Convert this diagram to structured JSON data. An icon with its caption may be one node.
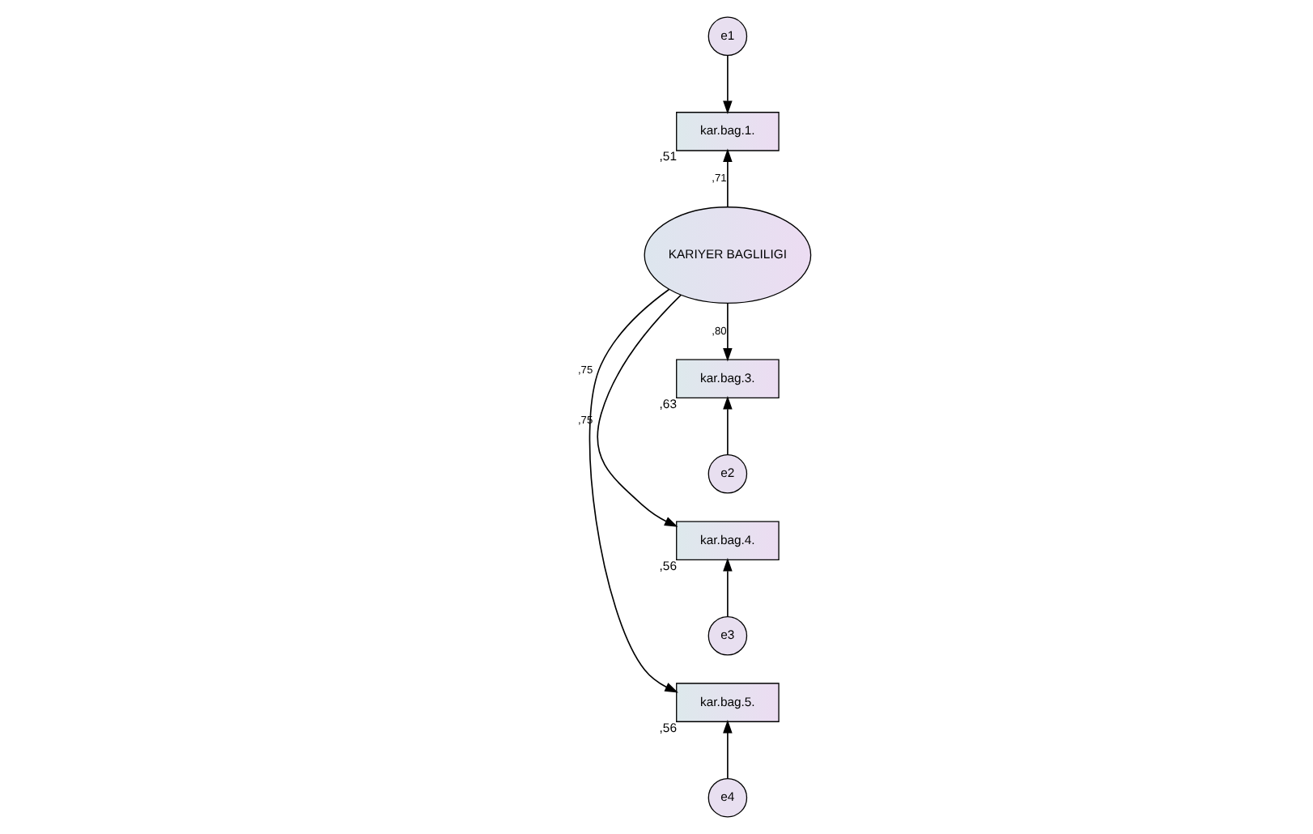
{
  "diagram": {
    "nodes": [
      {
        "text": [
          "e1"
        ]
      },
      {
        "text": [
          "e2"
        ]
      },
      {
        "text": [
          "e3"
        ]
      },
      {
        "text": [
          "e4"
        ]
      },
      {
        "text": [
          "kar.bag.1."
        ],
        "beside": [
          ",51"
        ]
      },
      {
        "text": [
          "kar.bag.3."
        ],
        "beside": [
          ",63"
        ]
      },
      {
        "text": [
          "kar.bag.4."
        ],
        "beside": [
          ",56"
        ]
      },
      {
        "text": [
          "kar.bag.5."
        ],
        "beside": [
          ",56"
        ]
      },
      {
        "text": [
          "KARIYER BAGLILIGI"
        ]
      }
    ],
    "edges": [
      {
        "from": 0,
        "to": 4,
        "arrow": "to"
      },
      {
        "from": 1,
        "to": 5,
        "arrow": "to"
      },
      {
        "from": 2,
        "to": 6,
        "arrow": "to"
      },
      {
        "from": 3,
        "to": 7,
        "arrow": "to"
      },
      {
        "from": 8,
        "to": 4,
        "arrow": "to",
        "label": ",71"
      },
      {
        "from": 8,
        "to": 5,
        "arrow": "to",
        "label": ",80"
      },
      {
        "from": 8,
        "to": 6,
        "arrow": "to",
        "label": ",75"
      },
      {
        "from": 8,
        "to": 7,
        "arrow": "to",
        "label": ",75"
      }
    ]
  }
}
